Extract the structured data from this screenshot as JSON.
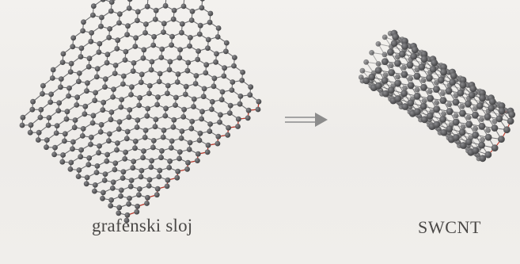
{
  "labels": {
    "left_caption": "grafenski sloj",
    "right_caption": "SWCNT"
  },
  "colors": {
    "atom": "#4a4a4c",
    "atom_highlight": "#8a8a8d",
    "bond": "#6e6e70",
    "edge_bond": "#c0392b",
    "arrow": "#8c8c8c",
    "caption": "#4a4846"
  },
  "icons": {
    "transition_arrow": "double-line-right-arrow"
  }
}
